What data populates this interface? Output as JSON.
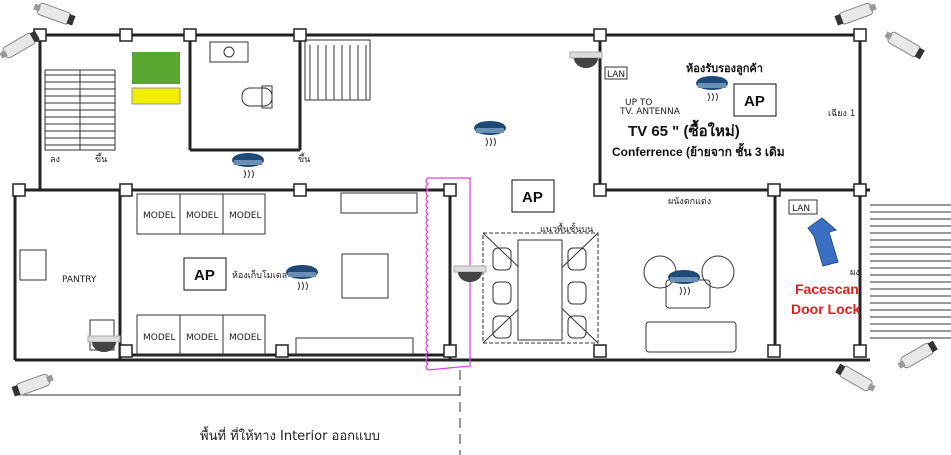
{
  "colors": {
    "wall": "#222222",
    "pink": "#e040e0",
    "arrow": "#3a6fc4",
    "facescan": "#e02020",
    "green": "#5aa832",
    "yellow": "#f2ee00",
    "detector": "#1f4a78"
  },
  "stairs": {
    "down": "ลง",
    "up_left": "ขึ้น",
    "up_mid": "ขึ้น"
  },
  "pantry": "PANTRY",
  "model_room": {
    "label": "ห้องเก็บโมเดล",
    "models": [
      "MODEL",
      "MODEL",
      "MODEL",
      "MODEL",
      "MODEL",
      "MODEL"
    ]
  },
  "ap_label": "AP",
  "reception": {
    "title": "ห้องรับรองลูกค้า",
    "lan": "LAN",
    "up_to": "UP TO",
    "antenna": "TV. ANTENNA",
    "tv": "TV 65 \" (ซื้อใหม่)",
    "conference": "Conferrence (ย้ายจาก ชั้น 3 เดิม",
    "side_note": "เฉียง 1"
  },
  "decor_wall": "ผนังตกแต่ง",
  "upper_floor_line": "แนวพื้นชั้นบน",
  "entrance": {
    "lan": "LAN",
    "facescan_line1": "Facescan",
    "facescan_line2": "Door Lock",
    "note": "ผง"
  },
  "interior_note": "พื้นที่ ที่ให้ทาง Interior ออกแบบ"
}
